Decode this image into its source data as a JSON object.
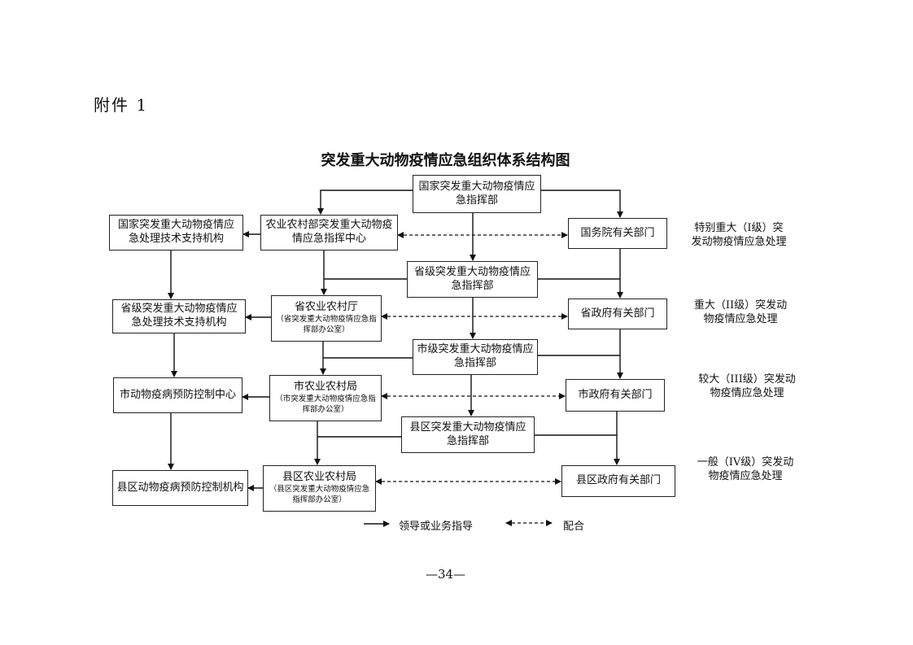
{
  "attachment_label": "附件 1",
  "title": "突发重大动物疫情应急组织体系结构图",
  "nodes": {
    "national_hq": "国家突发重大动物疫情应急指挥部",
    "moa_center": "农业农村部突发重大动物疫情应急指挥中心",
    "national_tech": "国家突发重大动物疫情应急处理技术支持机构",
    "state_council_depts": "国务院有关部门",
    "provincial_hq": "省级突发重大动物疫情应急指挥部",
    "provincial_agri": {
      "main": "省农业农村厅",
      "sub": "（省突发重大动物疫情应急指挥部办公室）"
    },
    "provincial_tech": "省级突发重大动物疫情应急处理技术支持机构",
    "provincial_gov_depts": "省政府有关部门",
    "city_hq": "市级突发重大动物疫情应急指挥部",
    "city_agri": {
      "main": "市农业农村局",
      "sub": "（市突发重大动物疫情应急指挥部办公室）"
    },
    "city_cdc": "市动物疫病预防控制中心",
    "city_gov_depts": "市政府有关部门",
    "county_hq": "县区突发重大动物疫情应急指挥部",
    "county_agri": {
      "main": "县区农业农村局",
      "sub": "（县区突发重大动物疫情应急指挥部办公室）"
    },
    "county_cdc": "县区动物疫病预防控制机构",
    "county_gov_depts": "县区政府有关部门"
  },
  "levels": [
    "特别重大（I级）突发动物疫情应急处理",
    "重大（II级）突发动物疫情应急处理",
    "较大（III级）突发动物疫情应急处理",
    "一般（IV级）突发动物疫情应急处理"
  ],
  "legend": {
    "lead": "领导或业务指导",
    "coordinate": "配合"
  },
  "page_number": "—34—"
}
